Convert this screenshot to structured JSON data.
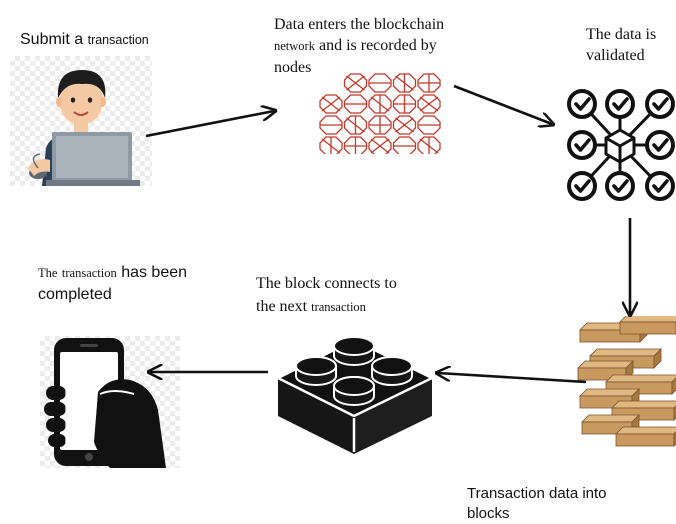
{
  "steps": {
    "submit": {
      "label_a": "Submit a",
      "label_b": "transaction"
    },
    "network": {
      "line1": "Data enters the blockchain",
      "line2a": "network",
      "line2b": "and is recorded by",
      "line3": "nodes"
    },
    "validated": {
      "line1": "The data is",
      "line2": "validated"
    },
    "blocks": {
      "line1": "Transaction data into",
      "line2": "blocks"
    },
    "connects": {
      "line1": "The block connects to",
      "line2a": "the next",
      "line2b": "transaction"
    },
    "completed": {
      "line1a": "The",
      "line1b": "transaction",
      "line1c": "has been",
      "line2": "completed"
    }
  },
  "icons": {
    "submit": "person-at-computer-icon",
    "network": "node-network-icon",
    "validated": "checkmark-network-icon",
    "blocks": "stacked-wooden-blocks-icon",
    "connects": "lego-brick-icon",
    "completed": "hand-holding-smartphone-icon"
  },
  "colors": {
    "node_red": "#c0392b",
    "wood": "#c99a60",
    "ink": "#111111"
  }
}
